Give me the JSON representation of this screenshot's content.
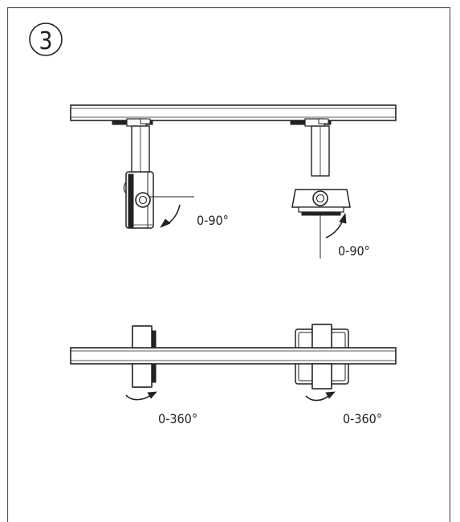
{
  "step": {
    "number": "3"
  },
  "tilt_views": {
    "left_label": "0-90°",
    "right_label": "0-90°"
  },
  "rotate_views": {
    "left_label": "0-360°",
    "right_label": "0-360°"
  },
  "colors": {
    "line": "#222222",
    "background": "#ffffff",
    "border": "#555555"
  }
}
